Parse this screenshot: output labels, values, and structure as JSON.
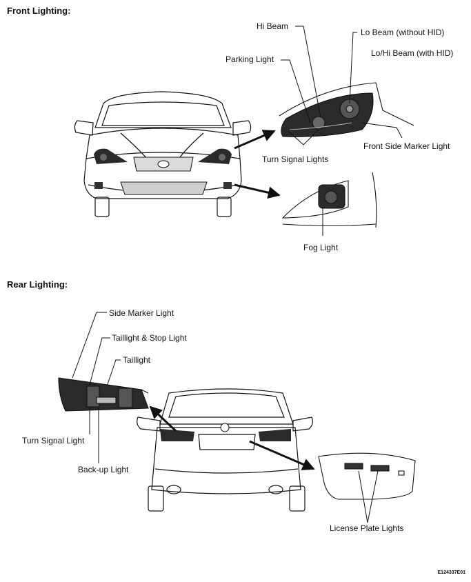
{
  "sections": {
    "front_title": "Front Lighting:",
    "rear_title": "Rear Lighting:"
  },
  "front_labels": {
    "hi_beam": "Hi Beam",
    "lo_beam": "Lo Beam (without HID)",
    "lo_hi_beam": "Lo/Hi Beam (with HID)",
    "parking_light": "Parking Light",
    "front_side_marker": "Front Side Marker Light",
    "turn_signal_lights": "Turn Signal Lights",
    "fog_light": "Fog Light"
  },
  "rear_labels": {
    "side_marker": "Side Marker Light",
    "taillight_stop": "Taillight & Stop Light",
    "taillight": "Taillight",
    "turn_signal": "Turn Signal Light",
    "backup": "Back-up Light",
    "license_plate": "License Plate Lights"
  },
  "figure_code": "E124337E01",
  "colors": {
    "ink": "#111111",
    "lamp_dark": "#2a2a2a",
    "lamp_mid": "#555555"
  }
}
